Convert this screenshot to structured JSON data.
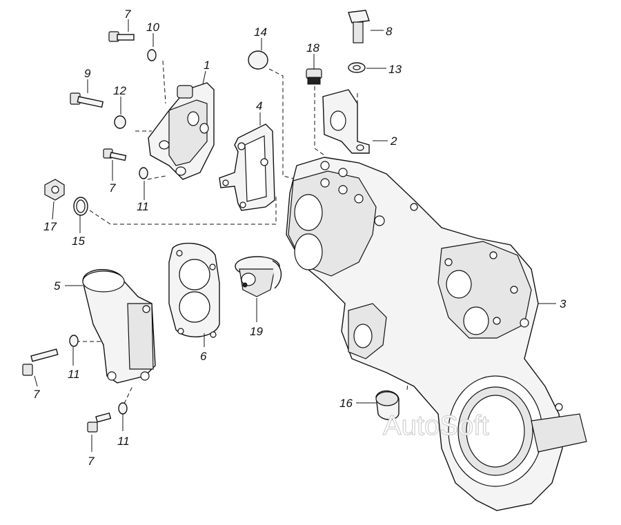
{
  "diagram": {
    "watermark": "AutoSoft",
    "parts": [
      {
        "id": "p1",
        "label": "1"
      },
      {
        "id": "p2",
        "label": "2"
      },
      {
        "id": "p3",
        "label": "3"
      },
      {
        "id": "p4",
        "label": "4"
      },
      {
        "id": "p5",
        "label": "5"
      },
      {
        "id": "p6",
        "label": "6"
      },
      {
        "id": "p7a",
        "label": "7"
      },
      {
        "id": "p7b",
        "label": "7"
      },
      {
        "id": "p7c",
        "label": "7"
      },
      {
        "id": "p8",
        "label": "8"
      },
      {
        "id": "p9",
        "label": "9"
      },
      {
        "id": "p10",
        "label": "10"
      },
      {
        "id": "p11a",
        "label": "11"
      },
      {
        "id": "p11b",
        "label": "11"
      },
      {
        "id": "p11c",
        "label": "11"
      },
      {
        "id": "p11d",
        "label": "11"
      },
      {
        "id": "p12",
        "label": "12"
      },
      {
        "id": "p13",
        "label": "13"
      },
      {
        "id": "p14",
        "label": "14"
      },
      {
        "id": "p15",
        "label": "15"
      },
      {
        "id": "p16",
        "label": "16"
      },
      {
        "id": "p17",
        "label": "17"
      },
      {
        "id": "p18",
        "label": "18"
      },
      {
        "id": "p19",
        "label": "19"
      }
    ]
  }
}
